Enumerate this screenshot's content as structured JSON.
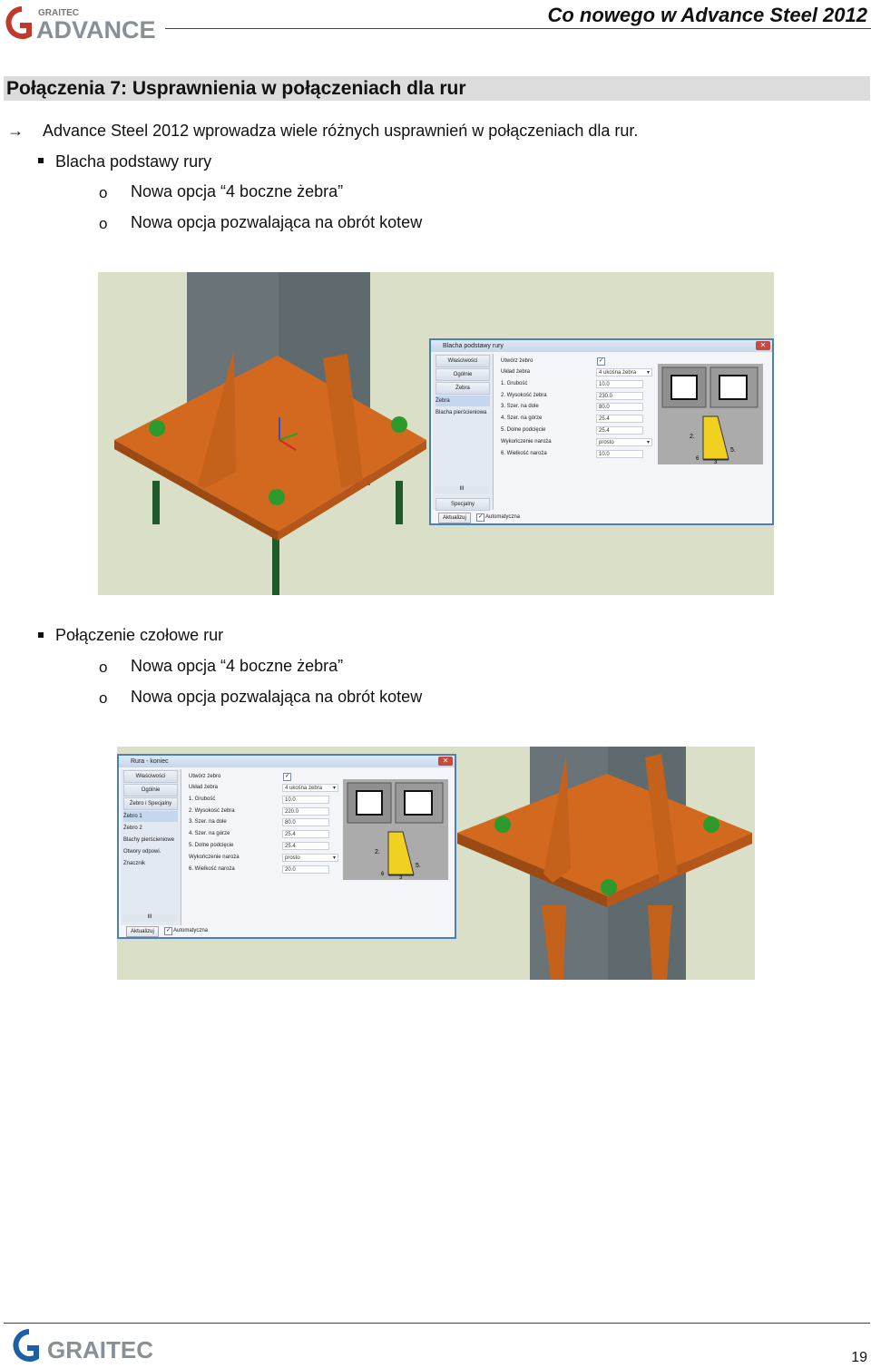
{
  "header": {
    "logo_top": "GRAITEC",
    "logo_main": "ADVANCE",
    "title": "Co nowego w Advance Steel 2012"
  },
  "section": {
    "title": "Połączenia 7: Usprawnienia w połączeniach dla rur"
  },
  "intro": "Advance Steel 2012 wprowadza wiele różnych usprawnień w połączeniach dla rur.",
  "bullet1": {
    "title": "Blacha podstawy rury",
    "sub": [
      "Nowa opcja “4 boczne żebra”",
      "Nowa opcja pozwalająca na obrót kotew"
    ]
  },
  "bullet2": {
    "title": "Połączenie czołowe rur",
    "sub": [
      "Nowa opcja “4 boczne żebra”",
      "Nowa opcja pozwalająca na obrót kotew"
    ]
  },
  "sub_marker": "o",
  "dialog1": {
    "title": "Blacha podstawy rury",
    "tabs": [
      "Właściwości",
      "Ogólnie",
      "Żebra",
      "Żebra",
      "Blacha pierścieniowa"
    ],
    "bottom_tab": "Specjalny",
    "scroll": "III",
    "fields": [
      {
        "label": "Utwórz żebro",
        "value": "✓"
      },
      {
        "label": "Układ żebra",
        "value": "4 ukośna żebra"
      },
      {
        "label": "1. Grubość",
        "value": "10.0"
      },
      {
        "label": "2. Wysokość żebra",
        "value": "230.0"
      },
      {
        "label": "3. Szer. na dole",
        "value": "80.0"
      },
      {
        "label": "4. Szer. na górze",
        "value": "25.4"
      },
      {
        "label": "5. Dolne podcięcie",
        "value": "25.4"
      },
      {
        "label": "Wykończenie naroża",
        "value": "prosto"
      },
      {
        "label": "6. Wielkość naroża",
        "value": "10.0"
      }
    ],
    "update_button": "Aktualizuj",
    "auto_label": "Automatyczna",
    "dims": [
      "2.",
      "5.",
      "6",
      "3"
    ]
  },
  "dialog2": {
    "title": "Rura - koniec",
    "tabs": [
      "Właściwości",
      "Ogólnie",
      "Żebro i Specjalny",
      "Żebro 1",
      "Żebro 2",
      "Blachy pierścieniowe",
      "Otwory odpowi.",
      "Znacznik"
    ],
    "scroll": "III",
    "fields": [
      {
        "label": "Utwórz żebro",
        "value": "✓"
      },
      {
        "label": "Układ żebra",
        "value": "4 ukośna żebra"
      },
      {
        "label": "1. Grubość",
        "value": "10.0"
      },
      {
        "label": "2. Wysokość żebra",
        "value": "220.0"
      },
      {
        "label": "3. Szer. na dole",
        "value": "80.0"
      },
      {
        "label": "4. Szer. na górze",
        "value": "25.4"
      },
      {
        "label": "5. Dolne podcięcie",
        "value": "25.4"
      },
      {
        "label": "Wykończenie naroża",
        "value": "prosto"
      },
      {
        "label": "6. Wielkość naroża",
        "value": "20.0"
      }
    ],
    "update_button": "Aktualizuj",
    "auto_label": "Automatyczna",
    "dims": [
      "2.",
      "5.",
      "6",
      "3"
    ]
  },
  "footer": {
    "logo": "GRAITEC",
    "page": "19"
  },
  "colors": {
    "steel_orange": "#d2691e",
    "column_grey": "#5f6a6e",
    "bolt_green": "#2c9a2c",
    "section_bar": "#dcdcdc",
    "logo_red": "#c0392b"
  }
}
